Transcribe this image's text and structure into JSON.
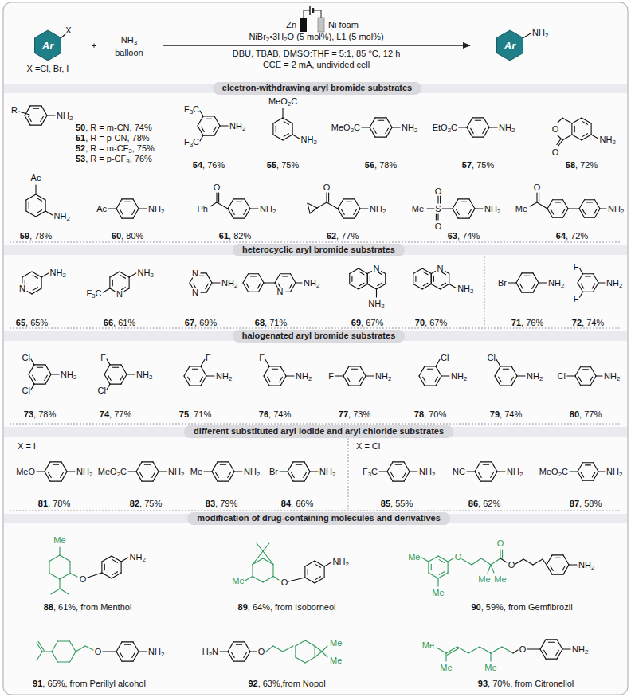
{
  "diagram": {
    "nodes": [
      {
        "text": [
          "Ar"
        ]
      },
      {
        "text": [
          "Ar"
        ]
      },
      {
        "text": [
          "electron-withdrawing aryl bromide substrates"
        ]
      },
      {
        "text": [
          "heterocyclic aryl bromide substrates"
        ]
      },
      {
        "text": [
          "halogenated aryl bromide substrates"
        ]
      },
      {
        "text": [
          "different substituted aryl iodide and aryl chloride substrates"
        ]
      },
      {
        "text": [
          "modification of drug-containing molecules and derivatives"
        ]
      }
    ],
    "labels": [
      "X",
      "X =Cl, Br, I",
      "+",
      "NH3",
      "balloon",
      "Zn",
      "Ni foam",
      "NiBr2•3H2O (5 mol%), L1 (5 mol%)",
      "DBU, TBAB, DMSO:THF = 5:1, 85 °C, 12 h",
      "CCE = 2 mA, undivided cell",
      "NH2",
      "R",
      "NH2",
      "50, R = m-CN, 74%",
      "51, R = p-CN, 78%",
      "52, R = m-CF3, 75%",
      "53, R = p-CF3, 76%",
      "F3C",
      "NH2",
      "F3C",
      "54, 76%",
      "MeO2C",
      "NH2",
      "55, 75%",
      "MeO2C",
      "NH2",
      "56, 78%",
      "EtO2C",
      "NH2",
      "57, 75%",
      "O",
      "O",
      "NH2",
      "58, 72%",
      "Ac",
      "NH2",
      "59, 78%",
      "Ac",
      "NH2",
      "60, 80%",
      "O",
      "Ph",
      "NH2",
      "61, 82%",
      "O",
      "NH2",
      "62, 77%",
      "Me",
      "S",
      "O",
      "O",
      "NH2",
      "63, 74%",
      "O",
      "Me",
      "NH2",
      "64, 72%",
      "N",
      "NH2",
      "65, 65%",
      "N",
      "F3C",
      "NH2",
      "66, 61%",
      "N",
      "N",
      "NH2",
      "67, 69%",
      "N",
      "NH2",
      "68, 71%",
      "N",
      "NH2",
      "69, 67%",
      "N",
      "NH2",
      "70, 67%",
      "Br",
      "NH2",
      "71, 76%",
      "F",
      "F",
      "NH2",
      "72, 74%",
      "Cl",
      "NH2",
      "Cl",
      "73, 78%",
      "F",
      "NH2",
      "Cl",
      "74, 77%",
      "F",
      "NH2",
      "75, 71%",
      "F",
      "NH2",
      "76, 74%",
      "F",
      "NH2",
      "77, 73%",
      "Cl",
      "NH2",
      "78, 70%",
      "Cl",
      "NH2",
      "79, 74%",
      "Cl",
      "NH2",
      "80, 77%",
      "X = I",
      "MeO",
      "NH2",
      "81, 78%",
      "MeO2C",
      "NH2",
      "82, 75%",
      "Me",
      "NH2",
      "83, 79%",
      "Br",
      "NH2",
      "84, 66%",
      "X = Cl",
      "F3C",
      "NH2",
      "85, 55%",
      "NC",
      "NH2",
      "86, 62%",
      "MeO2C",
      "NH2",
      "87, 58%",
      "Me",
      "O",
      "NH2",
      "88, 61%, from Menthol",
      "Me",
      "O",
      "NH2",
      "89, 64%, from Isoborneol",
      "Me",
      "Me",
      "O",
      "Me",
      "Me",
      "O",
      "O",
      "NH2",
      "90, 59%, from Gemfibrozil",
      "O",
      "NH2",
      "91, 65%, from Perillyl alcohol",
      "H2N",
      "O",
      "Me",
      "Me",
      "92, 63%,from Nopol",
      "Me",
      "Me",
      "Me",
      "O",
      "NH2",
      "93, 70%, from Citronellol"
    ]
  }
}
